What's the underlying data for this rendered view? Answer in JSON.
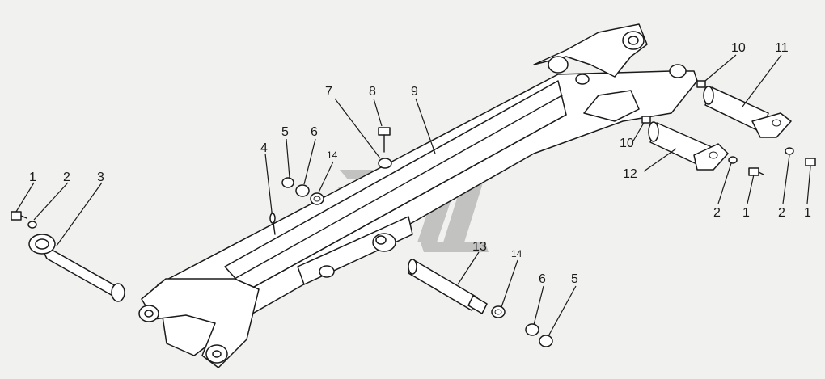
{
  "diagram": {
    "type": "exploded-parts-view",
    "colors": {
      "background": "#f1f1ef",
      "ink": "#1a1a1a",
      "watermark": "#9a9a9a"
    },
    "watermark_icon": "stylized-logo-watermark",
    "callouts": [
      {
        "id": "c1a",
        "label": "1"
      },
      {
        "id": "c2a",
        "label": "2"
      },
      {
        "id": "c3",
        "label": "3"
      },
      {
        "id": "c4",
        "label": "4"
      },
      {
        "id": "c5a",
        "label": "5"
      },
      {
        "id": "c6a",
        "label": "6"
      },
      {
        "id": "c14a",
        "label": "14"
      },
      {
        "id": "c7",
        "label": "7"
      },
      {
        "id": "c8",
        "label": "8"
      },
      {
        "id": "c9",
        "label": "9"
      },
      {
        "id": "c10a",
        "label": "10"
      },
      {
        "id": "c11",
        "label": "11"
      },
      {
        "id": "c10b",
        "label": "10"
      },
      {
        "id": "c12",
        "label": "12"
      },
      {
        "id": "c2b",
        "label": "2"
      },
      {
        "id": "c1b",
        "label": "1"
      },
      {
        "id": "c2c",
        "label": "2"
      },
      {
        "id": "c1c",
        "label": "1"
      },
      {
        "id": "c13",
        "label": "13"
      },
      {
        "id": "c14b",
        "label": "14"
      },
      {
        "id": "c6b",
        "label": "6"
      },
      {
        "id": "c5b",
        "label": "5"
      }
    ]
  }
}
